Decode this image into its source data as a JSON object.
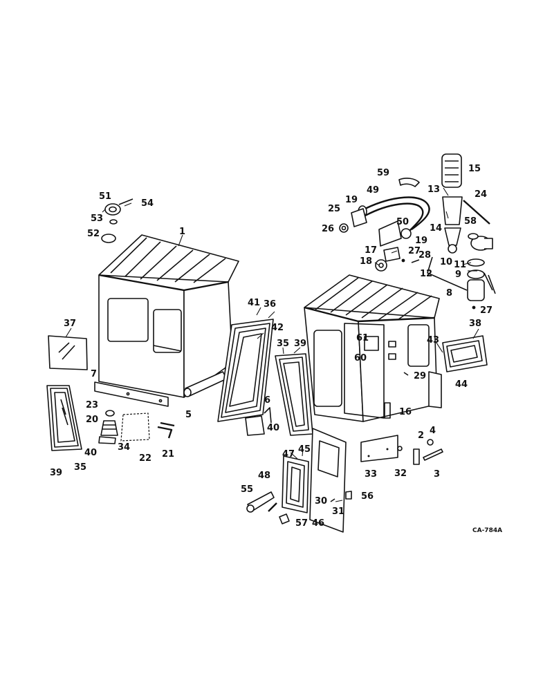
{
  "drawing_code": "CA-784A",
  "callouts": {
    "n1": "1",
    "n2": "2",
    "n3": "3",
    "n4": "4",
    "n5": "5",
    "n6": "6",
    "n7": "7",
    "n8": "8",
    "n9": "9",
    "n10": "10",
    "n11": "11",
    "n12": "12",
    "n13": "13",
    "n14": "14",
    "n15": "15",
    "n16": "16",
    "n17": "17",
    "n18": "18",
    "n19a": "19",
    "n19b": "19",
    "n20": "20",
    "n21": "21",
    "n22": "22",
    "n23": "23",
    "n24": "24",
    "n25": "25",
    "n26": "26",
    "n27a": "27",
    "n27b": "27",
    "n28": "28",
    "n29": "29",
    "n30": "30",
    "n31": "31",
    "n32": "32",
    "n33": "33",
    "n34": "34",
    "n35a": "35",
    "n35b": "35",
    "n36": "36",
    "n37": "37",
    "n38": "38",
    "n39a": "39",
    "n39b": "39",
    "n40a": "40",
    "n40b": "40",
    "n41": "41",
    "n42": "42",
    "n43": "43",
    "n44": "44",
    "n45": "45",
    "n46": "46",
    "n47": "47",
    "n48": "48",
    "n49": "49",
    "n50": "50",
    "n51": "51",
    "n52": "52",
    "n53": "53",
    "n54": "54",
    "n55": "55",
    "n56": "56",
    "n57": "57",
    "n58": "58",
    "n59": "59",
    "n60": "60",
    "n61": "61"
  }
}
